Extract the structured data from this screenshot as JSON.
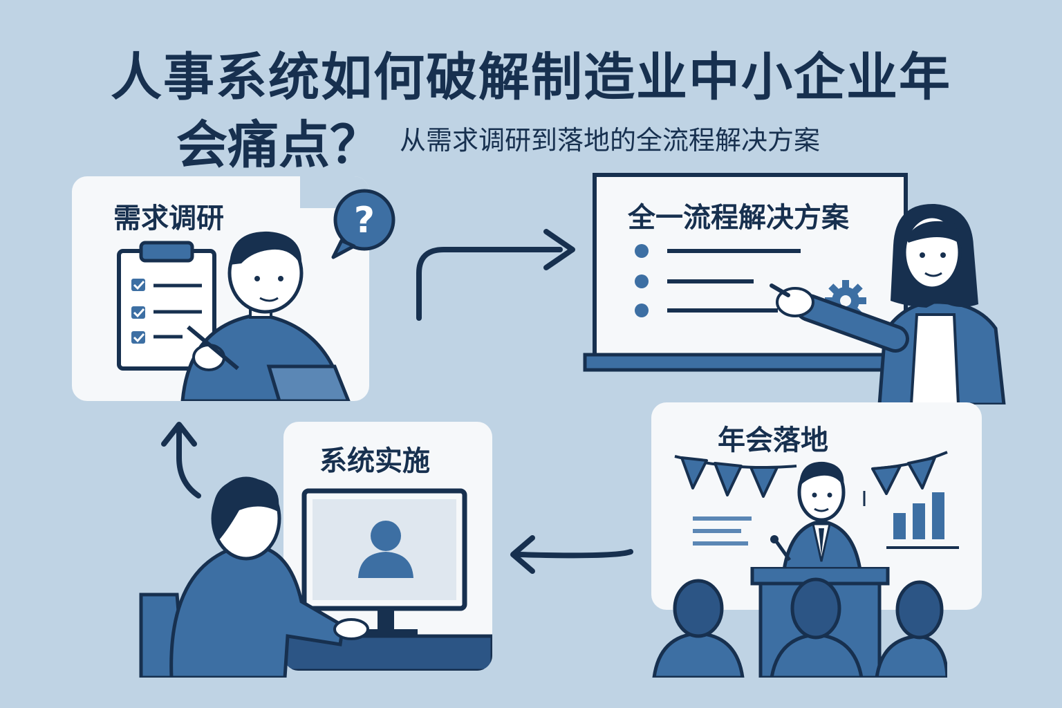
{
  "title": {
    "line1": "人事系统如何破解制造业中小企业年",
    "line2": "会痛点？",
    "subtitle": "从需求调研到落地的全流程解决方案"
  },
  "steps": {
    "research": {
      "label": "需求调研",
      "bubble": "?"
    },
    "solution": {
      "label": "全一流程解决方案"
    },
    "landing": {
      "label": "年会落地"
    },
    "implementation": {
      "label": "系统实施"
    }
  },
  "colors": {
    "background": "#bfd3e4",
    "panel": "#f6f8fa",
    "navy": "#17304f",
    "blue": "#3d6fa3",
    "mid_blue": "#5b87b5"
  },
  "icons": [
    "question-bubble-icon",
    "clipboard-icon",
    "gear-icon",
    "bunting-icon",
    "bar-chart-icon",
    "monitor-user-icon"
  ]
}
